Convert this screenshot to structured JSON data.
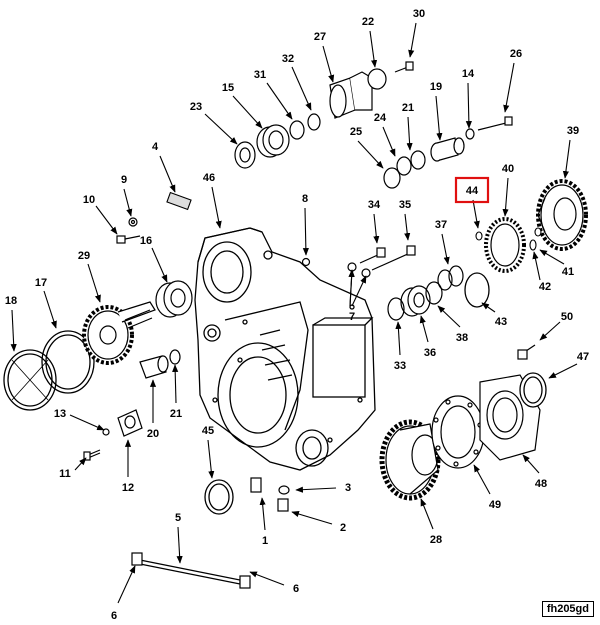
{
  "diagram": {
    "figure_code": "fh205gd",
    "highlighted_callout": "44",
    "callouts": [
      "1",
      "2",
      "3",
      "4",
      "5",
      "6",
      "6",
      "7",
      "7",
      "8",
      "9",
      "10",
      "11",
      "12",
      "13",
      "14",
      "15",
      "16",
      "17",
      "18",
      "19",
      "20",
      "21",
      "21",
      "22",
      "23",
      "24",
      "25",
      "26",
      "27",
      "28",
      "29",
      "30",
      "31",
      "32",
      "33",
      "34",
      "35",
      "36",
      "37",
      "38",
      "39",
      "40",
      "41",
      "42",
      "43",
      "44",
      "45",
      "46",
      "47",
      "48",
      "49",
      "50"
    ]
  }
}
